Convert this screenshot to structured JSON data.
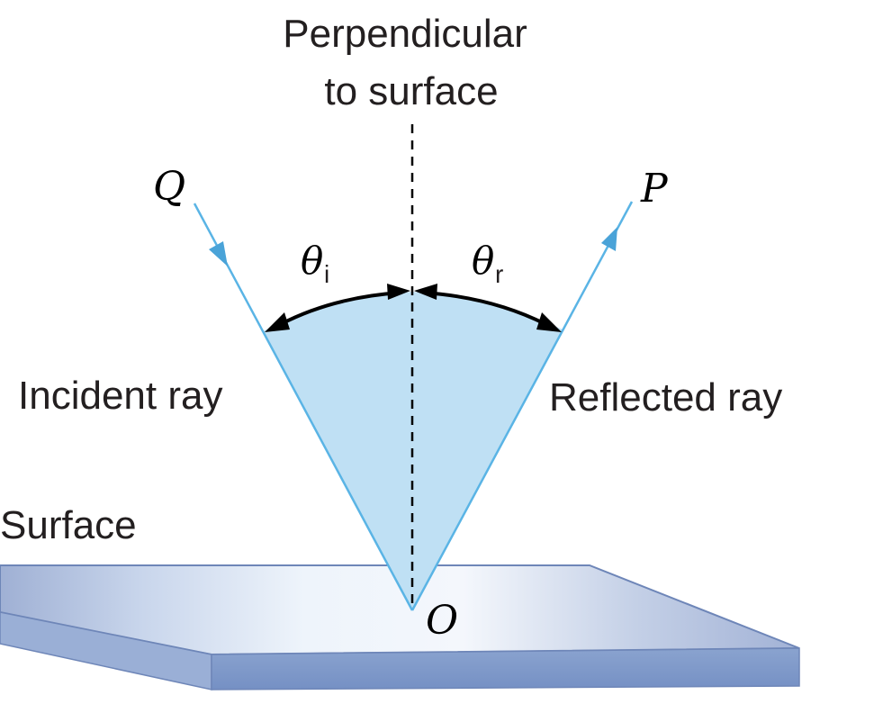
{
  "labels": {
    "perpendicular_line1": "Perpendicular",
    "perpendicular_line2": "to surface",
    "incident_ray": "Incident ray",
    "reflected_ray": "Reflected ray",
    "surface": "Surface",
    "point_q": "Q",
    "point_p": "P",
    "point_o": "O",
    "theta_symbol": "θ",
    "incidence_subscript": "i",
    "reflection_subscript": "r"
  },
  "colors": {
    "ray": "#5ab4e5",
    "angle_fill": "#bfe0f4",
    "surface_top_light": "#eef4fb",
    "surface_top_dark": "#a7b7d8",
    "surface_front": "#7f9acb",
    "surface_side": "#9aafd6",
    "surface_edge": "#6e86b8",
    "angle_arc": "#000000",
    "text": "#231f20"
  },
  "icons": {
    "incident_arrow": "arrowhead-down-right-icon",
    "reflected_arrow": "arrowhead-up-right-icon"
  }
}
